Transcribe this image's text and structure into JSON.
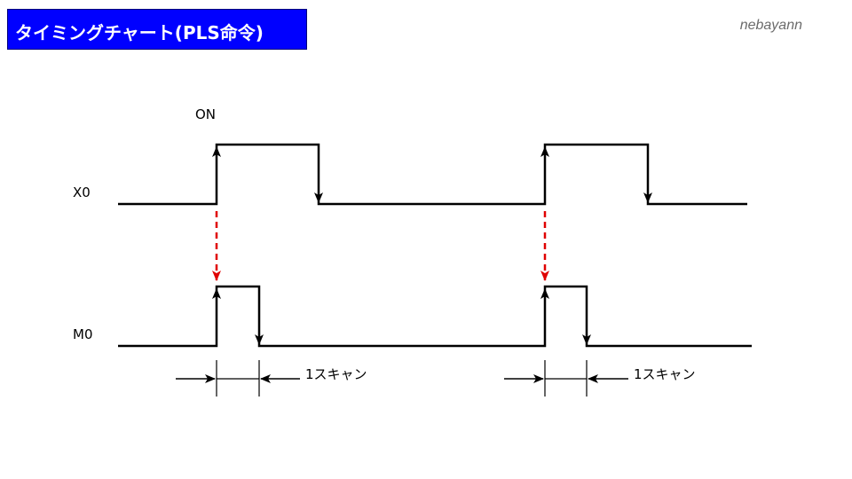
{
  "header": {
    "title": "タイミングチャート(PLS命令)",
    "title_bg": "#0000ff",
    "author": "nebayann"
  },
  "diagram": {
    "on_label": "ON",
    "signals": [
      {
        "name": "X0"
      },
      {
        "name": "M0"
      }
    ],
    "scan_labels": [
      "1スキャン",
      "1スキャン"
    ],
    "colors": {
      "line": "#000000",
      "trigger_arrow": "#e00000"
    }
  }
}
